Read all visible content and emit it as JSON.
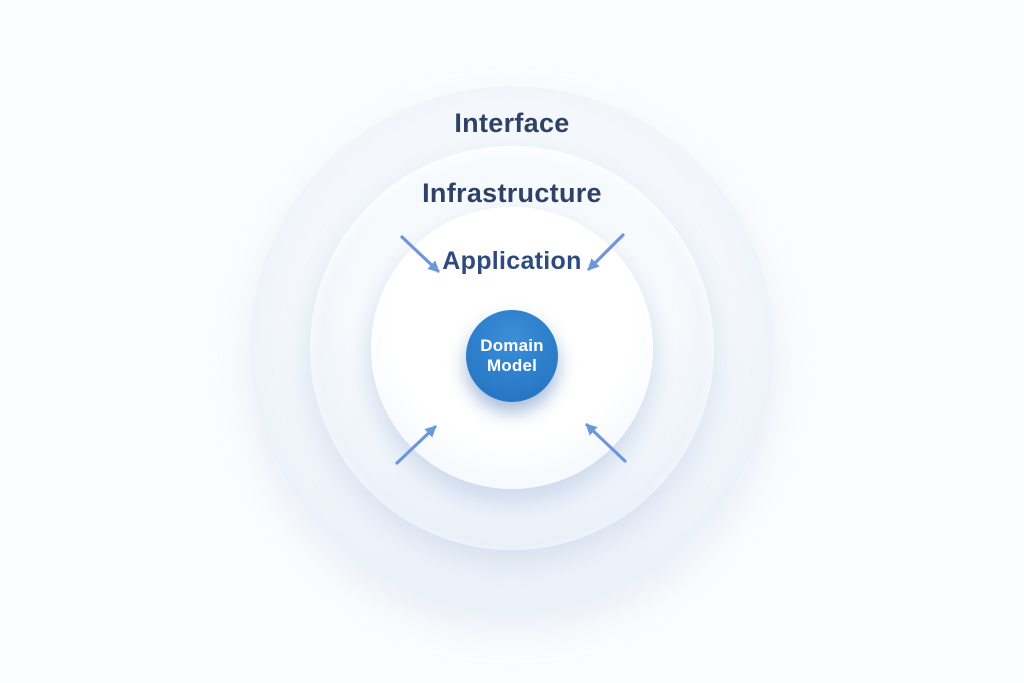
{
  "diagram": {
    "layers": [
      {
        "id": "interface",
        "label": "Interface"
      },
      {
        "id": "infrastructure",
        "label": "Infrastructure"
      },
      {
        "id": "application",
        "label": "Application"
      }
    ],
    "core": {
      "label": "Domain\nModel"
    },
    "arrows": [
      {
        "name": "inward-arrow-top-left"
      },
      {
        "name": "inward-arrow-top-right"
      },
      {
        "name": "inward-arrow-bottom-left"
      },
      {
        "name": "inward-arrow-bottom-right"
      }
    ],
    "colors": {
      "background": "#fbfcfe",
      "ring_fill": "#e3ecf7",
      "core_fill": "#2b7cc9",
      "core_text": "#ffffff",
      "label_text": "#2e4266",
      "application_label_text": "#2e4b80",
      "arrow": "#6d97d8"
    }
  }
}
